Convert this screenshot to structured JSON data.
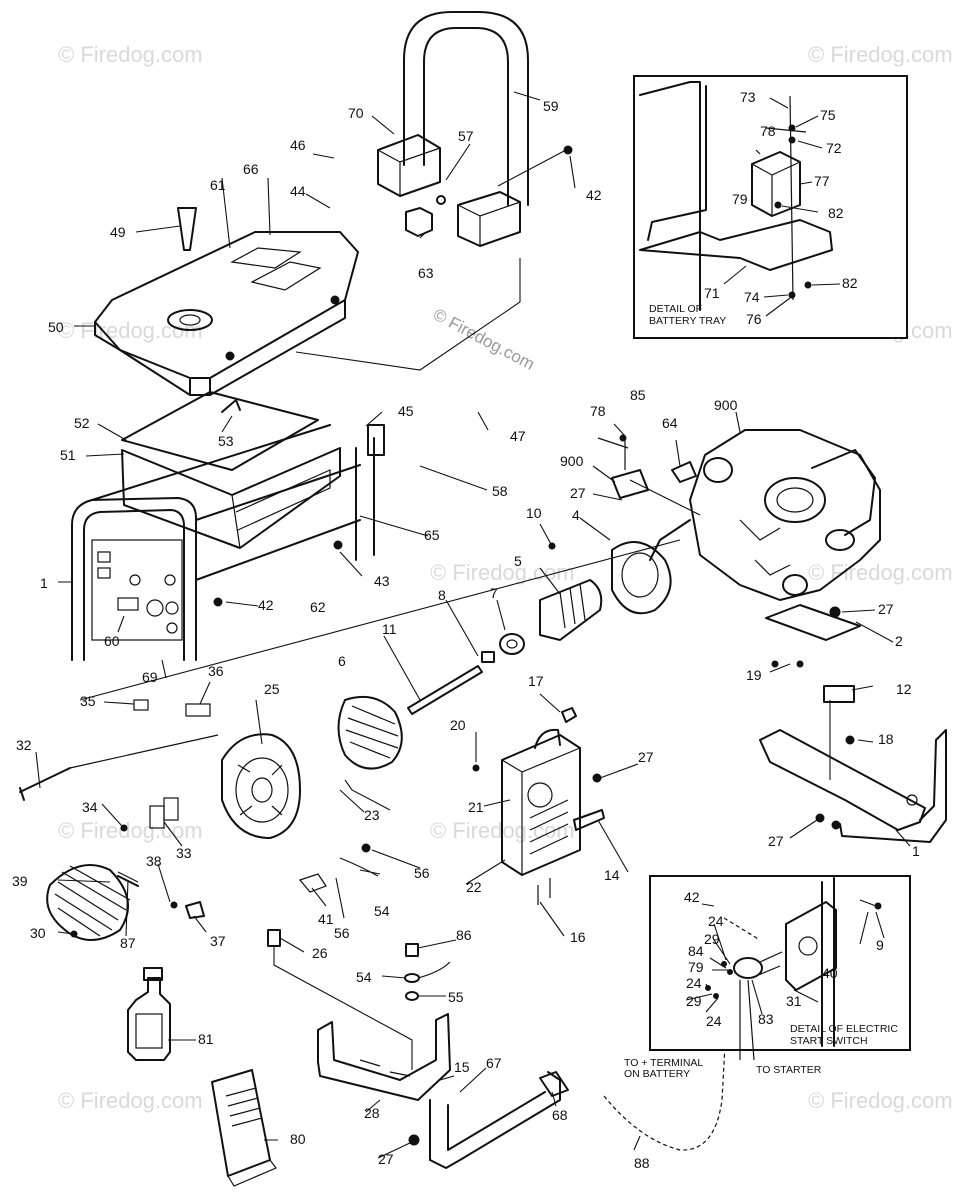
{
  "watermark": {
    "text": "© Firedog.com",
    "center_text": "© Firedog.com"
  },
  "inset_battery": {
    "title_line1": "DETAIL OF",
    "title_line2": "BATTERY TRAY",
    "labels": [
      "73",
      "75",
      "78",
      "72",
      "77",
      "79",
      "82",
      "82",
      "74",
      "71",
      "76"
    ]
  },
  "inset_switch": {
    "title_line1": "DETAIL OF ELECTRIC",
    "title_line2": "START SWITCH",
    "labels": [
      "42",
      "24",
      "29",
      "84",
      "79",
      "24",
      "29",
      "24",
      "83",
      "31",
      "40",
      "9"
    ]
  },
  "wiring_notes": {
    "to_battery_line1": "TO + TERMINAL",
    "to_battery_line2": "ON BATTERY",
    "to_starter": "TO STARTER"
  },
  "callouts": {
    "handle": [
      "70",
      "59",
      "57",
      "42",
      "63"
    ],
    "tank": [
      "46",
      "44",
      "66",
      "61",
      "49",
      "50",
      "52",
      "53",
      "51",
      "45",
      "47",
      "58",
      "65",
      "43",
      "62",
      "1",
      "60",
      "69",
      "42"
    ],
    "engine": [
      "900",
      "78",
      "85",
      "64",
      "900",
      "27",
      "10",
      "4",
      "5",
      "7",
      "8",
      "11",
      "27",
      "2",
      "19",
      "12",
      "18",
      "27",
      "1"
    ],
    "alternator": [
      "6",
      "25",
      "36",
      "35",
      "32",
      "34",
      "33",
      "23",
      "17",
      "20",
      "21",
      "27",
      "14",
      "22",
      "16",
      "38",
      "39",
      "30",
      "87",
      "37",
      "41",
      "56",
      "54",
      "56",
      "26",
      "86",
      "54",
      "55"
    ],
    "base": [
      "81",
      "80",
      "28",
      "15",
      "67",
      "68",
      "27",
      "88"
    ]
  }
}
